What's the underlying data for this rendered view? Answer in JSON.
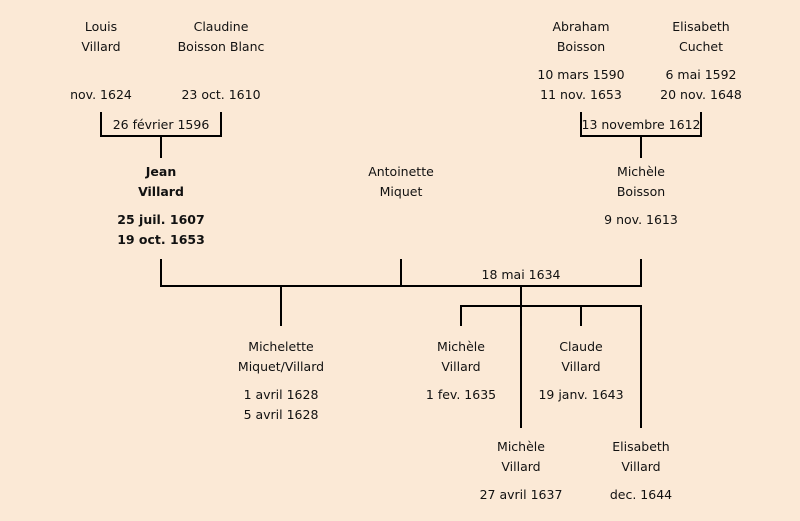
{
  "people": {
    "louis": {
      "first": "Louis",
      "last": "Villard",
      "birth": "",
      "death": "nov. 1624"
    },
    "claudine": {
      "first": "Claudine",
      "last": "Boisson Blanc",
      "birth": "",
      "death": "23 oct. 1610"
    },
    "abraham": {
      "first": "Abraham",
      "last": "Boisson",
      "birth": "10 mars 1590",
      "death": "11 nov. 1653"
    },
    "elisabeth_cuchet": {
      "first": "Elisabeth",
      "last": "Cuchet",
      "birth": "6 mai 1592",
      "death": "20 nov. 1648"
    },
    "jean": {
      "first": "Jean",
      "last": "Villard",
      "birth": "25 juil. 1607",
      "death": "19 oct. 1653"
    },
    "antoinette": {
      "first": "Antoinette",
      "last": "Miquet",
      "birth": "",
      "death": ""
    },
    "michele_boisson": {
      "first": "Michèle",
      "last": "Boisson",
      "birth": "9 nov. 1613",
      "death": ""
    },
    "michelette": {
      "first": "Michelette",
      "last": "Miquet/Villard",
      "birth": "1 avril 1628",
      "death": "5 avril 1628"
    },
    "michele_villard_1": {
      "first": "Michèle",
      "last": "Villard",
      "birth": "1 fev. 1635",
      "death": ""
    },
    "claude": {
      "first": "Claude",
      "last": "Villard",
      "birth": "19 janv. 1643",
      "death": ""
    },
    "michele_villard_2": {
      "first": "Michèle",
      "last": "Villard",
      "birth": "27 avril 1637",
      "death": ""
    },
    "elisabeth_villard": {
      "first": "Elisabeth",
      "last": "Villard",
      "birth": "dec. 1644",
      "death": ""
    }
  },
  "marriages": {
    "louis_claudine": "26 février 1596",
    "abraham_elisabeth": "13 novembre 1612",
    "jean_michele": "18 mai 1634"
  }
}
